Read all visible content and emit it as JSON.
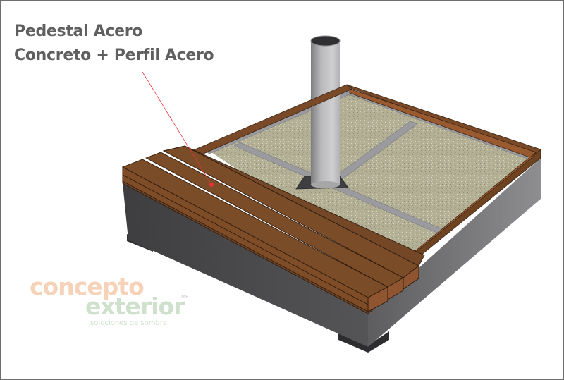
{
  "title": {
    "line1": "Pedestal Acero",
    "line2": "Concreto + Perfil Acero"
  },
  "logo": {
    "word1": "concepto",
    "word2": "exterior",
    "registered_mark": "MR",
    "tagline": "soluciones de sombra"
  },
  "illustration": {
    "subject": "umbrella-base-pedestal",
    "parts": [
      "steel-pole",
      "steel-base-plate",
      "concrete-fill-panels",
      "steel-profile-frame",
      "wood-slat-bench",
      "wood-rim",
      "dark-body",
      "feet"
    ],
    "callout_target": "wood-slat-bench"
  },
  "colors": {
    "title_text": "#5f5f5f",
    "wood": "#7a4a28",
    "wood_light": "#8e5530",
    "wood_edge": "#3a2414",
    "concrete": "#b7b49a",
    "steel": "#9a9a9e",
    "body_dark": "#4a4a4c",
    "body_side": "#6a6a6c",
    "callout_line": "#e8323a",
    "logo_orange": "#f6d2b8",
    "logo_green": "#cfe1cd",
    "border": "#6e6e6e"
  }
}
